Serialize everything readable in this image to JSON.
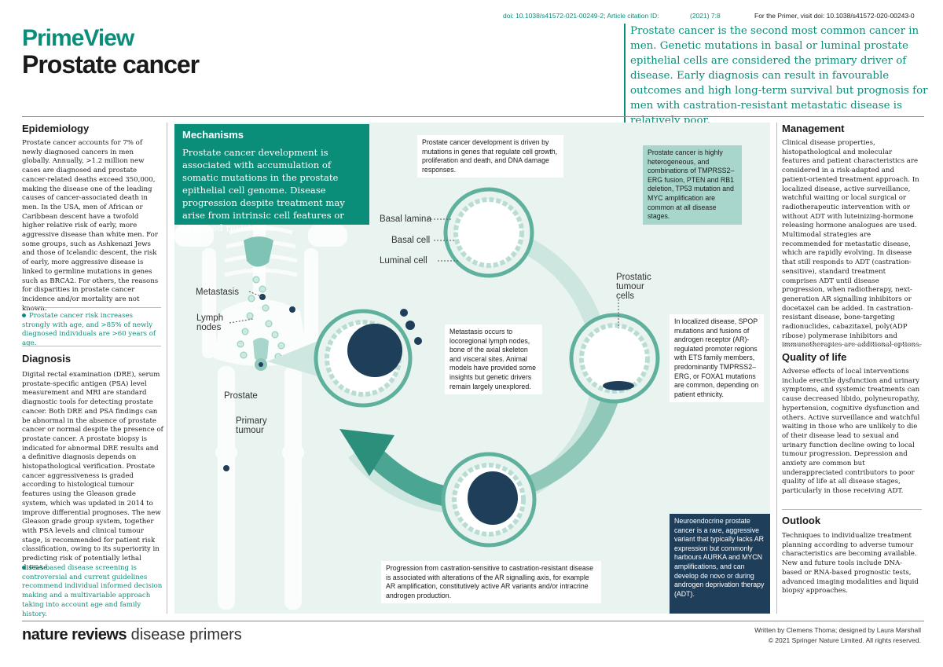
{
  "header": {
    "doi": "doi: 10.1038/s41572-021-00249-2; Article citation ID:",
    "citation": "(2021) 7:8",
    "primer_ref": "For the Primer, visit doi: 10.1038/s41572-020-00243-0",
    "series": "PrimeView",
    "title": "Prostate cancer",
    "summary": "Prostate cancer is the second most common cancer in men. Genetic mutations in basal or luminal prostate epithelial cells are considered the primary driver of disease. Early diagnosis can result in favourable outcomes and high long-term survival but prognosis for men with castration-resistant metastatic disease is relatively poor."
  },
  "epidemiology": {
    "heading": "Epidemiology",
    "body": "Prostate cancer accounts for 7% of newly diagnosed cancers in men globally. Annually, >1.2 million new cases are diagnosed and prostate cancer-related deaths exceed 350,000, making the disease one of the leading causes of cancer-associated death in men. In the USA, men of African or Caribbean descent have a twofold higher relative risk of early, more aggressive disease than white men. For some groups, such as Ashkenazi Jews and those of Icelandic descent, the risk of early, more aggressive disease is linked to germline mutations in genes such as BRCA2. For others, the reasons for disparities in prostate cancer incidence and/or mortality are not known.",
    "callout": "Prostate cancer risk increases strongly with age, and >85% of newly diagnosed individuals are >60 years of age."
  },
  "diagnosis": {
    "heading": "Diagnosis",
    "body": "Digital rectal examination (DRE), serum prostate-specific antigen (PSA) level measurement and MRI are standard diagnostic tools for detecting prostate cancer. Both DRE and PSA findings can be abnormal in the absence of prostate cancer or normal despite the presence of prostate cancer. A prostate biopsy is indicated for abnormal DRE results and a definitive diagnosis depends on histopathological verification. Prostate cancer aggressiveness is graded according to histological tumour features using the Gleason grade system, which was updated in 2014 to improve differential prognoses. The new Gleason grade group system, together with PSA levels and clinical tumour stage, is recommended for patient risk classification, owing to its superiority in predicting risk of potentially lethal disease.",
    "callout": "PSA-based disease screening is controversial and current guidelines recommend individual informed decision making and a multivariable approach taking into account age and family history."
  },
  "mechanisms": {
    "heading": "Mechanisms",
    "intro": "Prostate cancer development is associated with accumulation of somatic mutations in the prostate epithelial cell genome. Disease progression despite treatment may arise from intrinsic cell features or acquired resistance.",
    "labels": {
      "metastasis": "Metastasis",
      "lymph_nodes": "Lymph nodes",
      "prostate": "Prostate",
      "primary_tumour": "Primary tumour",
      "basal_lamina": "Basal lamina",
      "basal_cell": "Basal cell",
      "luminal_cell": "Luminal cell",
      "prostatic_tumour_cells": "Prostatic tumour cells"
    },
    "box_development": "Prostate cancer development is driven by mutations in genes that regulate cell growth, proliferation and death, and DNA damage responses.",
    "box_heterogeneous": "Prostate cancer is highly heterogeneous, and combinations of TMPRSS2–ERG fusion, PTEN and RB1 deletion, TP53 mutation and MYC amplification are common at all disease stages.",
    "box_localized": "In localized disease, SPOP mutations and fusions of androgen receptor (AR)-regulated promoter regions with ETS family members, predominantly TMPRSS2–ERG, or FOXA1 mutations are common, depending on patient ethnicity.",
    "box_metastasis": "Metastasis occurs to locoregional lymph nodes, bone of the axial skeleton and visceral sites. Animal models have provided some insights but genetic drivers remain largely unexplored.",
    "box_progression": "Progression from castration-sensitive to castration-resistant disease is associated with alterations of the AR signalling axis, for example AR amplification, constitutively active AR variants and/or intracrine androgen production.",
    "box_neuroendocrine": "Neuroendocrine prostate cancer is a rare, aggressive variant that typically lacks AR expression but commonly harbours AURKA and MYCN amplifications, and can develop de novo or during androgen deprivation therapy (ADT)."
  },
  "management": {
    "heading": "Management",
    "body": "Clinical disease properties, histopathological and molecular features and patient characteristics are considered in a risk-adapted and patient-oriented treatment approach. In localized disease, active surveillance, watchful waiting or local surgical or radiotherapeutic intervention with or without ADT with luteinizing-hormone releasing hormone analogues are used. Multimodal strategies are recommended for metastatic disease, which are rapidly evolving. In disease that still responds to ADT (castration-sensitive), standard treatment comprises ADT until disease progression, when radiotherapy, next-generation AR signalling inhibitors or docetaxel can be added. In castration-resistant disease, bone-targeting radionuclides, cabazitaxel, poly(ADP ribose) polymerase inhibitors and immunotherapies are additional options."
  },
  "quality_of_life": {
    "heading": "Quality of life",
    "body": "Adverse effects of local interventions include erectile dysfunction and urinary symptoms, and systemic treatments can cause decreased libido, polyneuropathy, hypertension, cognitive dysfunction and others. Active surveillance and watchful waiting in those who are unlikely to die of their disease lead to sexual and urinary function decline owing to local tumour progression. Depression and anxiety are common but underappreciated contributors to poor quality of life at all disease stages, particularly in those receiving ADT."
  },
  "outlook": {
    "heading": "Outlook",
    "body": "Techniques to individualize treatment planning according to adverse tumour characteristics are becoming available. New and future tools include DNA-based or RNA-based prognostic tests, advanced imaging modalities and liquid biopsy approaches."
  },
  "footer": {
    "logo_bold": "nature reviews",
    "logo_light": "disease primers",
    "credit1": "Written by Clemens Thoma; designed by Laura Marshall",
    "credit2": "© 2021 Springer Nature Limited. All rights reserved."
  },
  "colors": {
    "teal": "#0a8e7a",
    "light_teal": "#d3ece6",
    "pale_teal": "#a9d6cc",
    "tumour_navy": "#1f3e5a",
    "panel_bg": "#e9f4f1"
  }
}
